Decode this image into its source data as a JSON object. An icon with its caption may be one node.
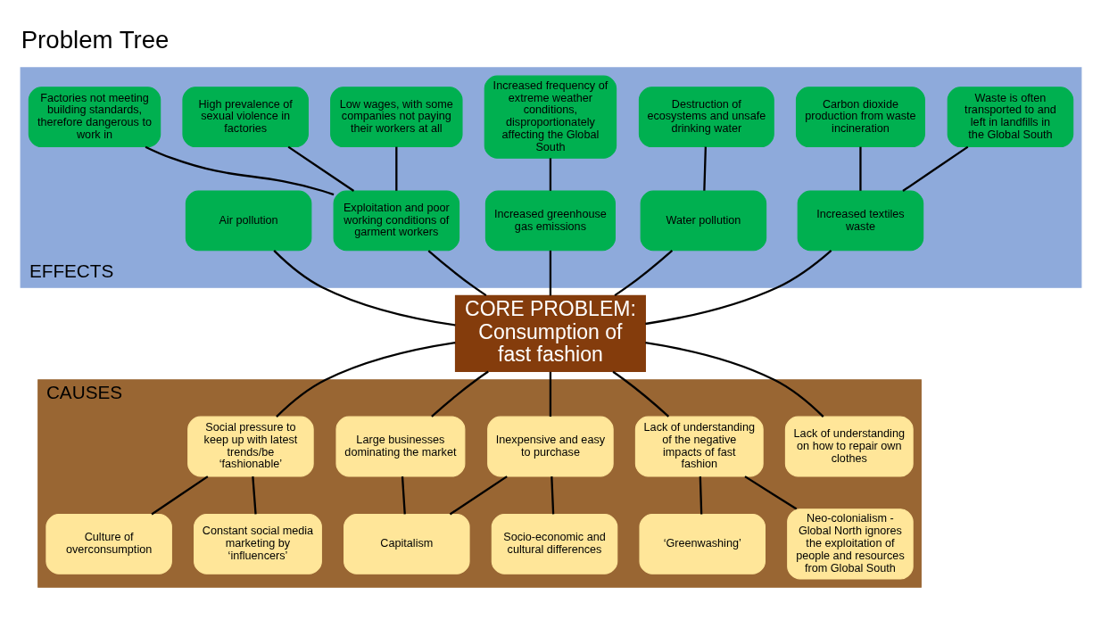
{
  "diagram": {
    "title": "Problem Tree",
    "nodes": [
      {
        "text": [
          "EFFECTS"
        ]
      },
      {
        "text": [
          "Waste is often transported to and left in landfills in the Global South"
        ],
        "in": 0
      },
      {
        "text": [
          "Carbon dioxide production from waste incineration"
        ],
        "in": 0
      },
      {
        "text": [
          "Destruction of ecosystems and unsafe drinking water"
        ],
        "in": 0
      },
      {
        "text": [
          "Increased frequency of extreme weather conditions, disproportionately affecting the Global South"
        ],
        "in": 0
      },
      {
        "text": [
          "Low wages, with some companies not paying their workers at all"
        ],
        "in": 0
      },
      {
        "text": [
          "High prevalence of sexual violence in factories"
        ],
        "in": 0
      },
      {
        "text": [
          "Factories not meeting building standards, therefore dangerous to work in"
        ],
        "in": 0
      },
      {
        "text": [
          "Increased textiles waste"
        ],
        "in": 0
      },
      {
        "text": [
          "Water pollution"
        ],
        "in": 0
      },
      {
        "text": [
          "Increased greenhouse gas emissions"
        ],
        "in": 0
      },
      {
        "text": [
          "Exploitation and poor working conditions of garment workers"
        ],
        "in": 0
      },
      {
        "text": [
          "Air pollution"
        ],
        "in": 0
      },
      {
        "text": [
          "CORE PROBLEM: Consumption of fast fashion"
        ]
      },
      {
        "text": [
          "CAUSES"
        ]
      },
      {
        "text": [
          "Lack of understanding on how to repair own clothes"
        ],
        "in": 14
      },
      {
        "text": [
          "Lack of understanding of the negative impacts of fast fashion"
        ],
        "in": 14
      },
      {
        "text": [
          "Inexpensive and easy to purchase"
        ],
        "in": 14
      },
      {
        "text": [
          "Large businesses dominating the market"
        ],
        "in": 14
      },
      {
        "text": [
          "Social pressure to keep up with latest trends/be ‘fashionable’"
        ],
        "in": 14
      },
      {
        "text": [
          "‘Greenwashing’"
        ],
        "in": 14
      },
      {
        "text": [
          "Neo-colonialism - Global North ignores the exploitation of people and resources from Global South"
        ],
        "in": 14
      },
      {
        "text": [
          "Socio-economic and cultural differences"
        ],
        "in": 14
      },
      {
        "text": [
          "Capitalism"
        ],
        "in": 14
      },
      {
        "text": [
          "Culture of overconsumption"
        ],
        "in": 14
      },
      {
        "text": [
          "Constant social media marketing by ‘influencers’"
        ],
        "in": 14
      }
    ],
    "edges": [
      {
        "from": 1,
        "to": 8,
        "arrow": "none"
      },
      {
        "from": 2,
        "to": 8,
        "arrow": "none"
      },
      {
        "from": 3,
        "to": 9,
        "arrow": "none"
      },
      {
        "from": 4,
        "to": 10,
        "arrow": "none"
      },
      {
        "from": 5,
        "to": 11,
        "arrow": "none"
      },
      {
        "from": 6,
        "to": 11,
        "arrow": "none"
      },
      {
        "from": 7,
        "to": 11,
        "arrow": "none"
      },
      {
        "from": 8,
        "to": 13,
        "arrow": "none"
      },
      {
        "from": 9,
        "to": 13,
        "arrow": "none"
      },
      {
        "from": 10,
        "to": 13,
        "arrow": "none"
      },
      {
        "from": 11,
        "to": 13,
        "arrow": "none"
      },
      {
        "from": 12,
        "to": 13,
        "arrow": "none"
      },
      {
        "from": 13,
        "to": 15,
        "arrow": "none"
      },
      {
        "from": 13,
        "to": 16,
        "arrow": "none"
      },
      {
        "from": 13,
        "to": 17,
        "arrow": "none"
      },
      {
        "from": 13,
        "to": 18,
        "arrow": "none"
      },
      {
        "from": 13,
        "to": 19,
        "arrow": "none"
      },
      {
        "from": 16,
        "to": 20,
        "arrow": "none"
      },
      {
        "from": 16,
        "to": 21,
        "arrow": "none"
      },
      {
        "from": 17,
        "to": 22,
        "arrow": "none"
      },
      {
        "from": 17,
        "to": 23,
        "arrow": "none"
      },
      {
        "from": 18,
        "to": 23,
        "arrow": "none"
      },
      {
        "from": 19,
        "to": 24,
        "arrow": "none"
      },
      {
        "from": 19,
        "to": 25,
        "arrow": "none"
      }
    ]
  }
}
